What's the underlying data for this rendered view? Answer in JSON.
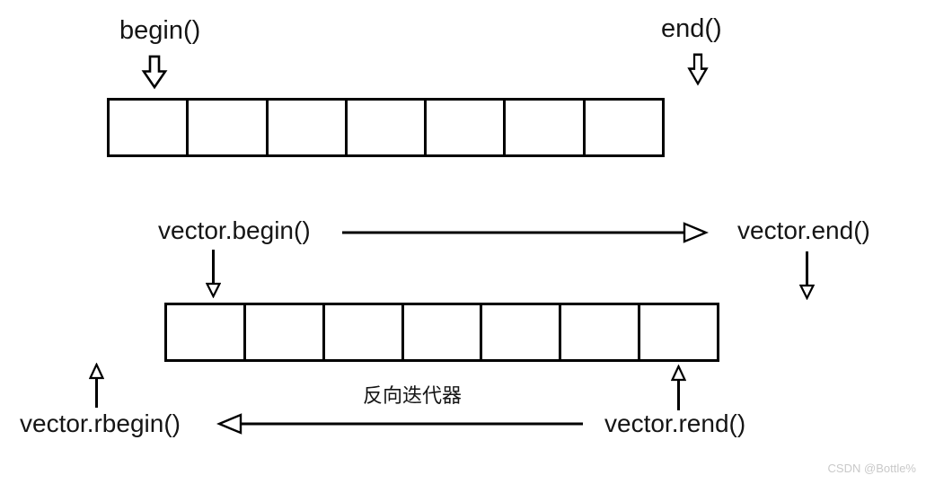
{
  "top": {
    "begin_label": "begin()",
    "end_label": "end()",
    "cells": 7
  },
  "middle": {
    "vector_begin_label": "vector.begin()",
    "vector_end_label": "vector.end()",
    "cells": 7
  },
  "bottom": {
    "vector_rbegin_label": "vector.rbegin()",
    "vector_rend_label": "vector.rend()",
    "reverse_iterator_label": "反向迭代器"
  },
  "watermark": "CSDN @Bottle%",
  "icons": {
    "begin_block_down_arrow": "hollow-block-arrow-down",
    "end_block_down_arrow": "hollow-block-arrow-down",
    "begin_to_end_arrow": "hollow-head-arrow-right",
    "vector_begin_down_arrow": "hollow-head-arrow-down",
    "vector_end_down_arrow": "hollow-head-arrow-down",
    "vector_rbegin_up_arrow": "hollow-head-arrow-up",
    "rend_to_rbegin_arrow": "hollow-head-arrow-left",
    "vector_rend_up_arrow": "hollow-head-arrow-up"
  },
  "colors": {
    "stroke": "#000000",
    "background": "#ffffff",
    "watermark": "#c9c9c9"
  }
}
